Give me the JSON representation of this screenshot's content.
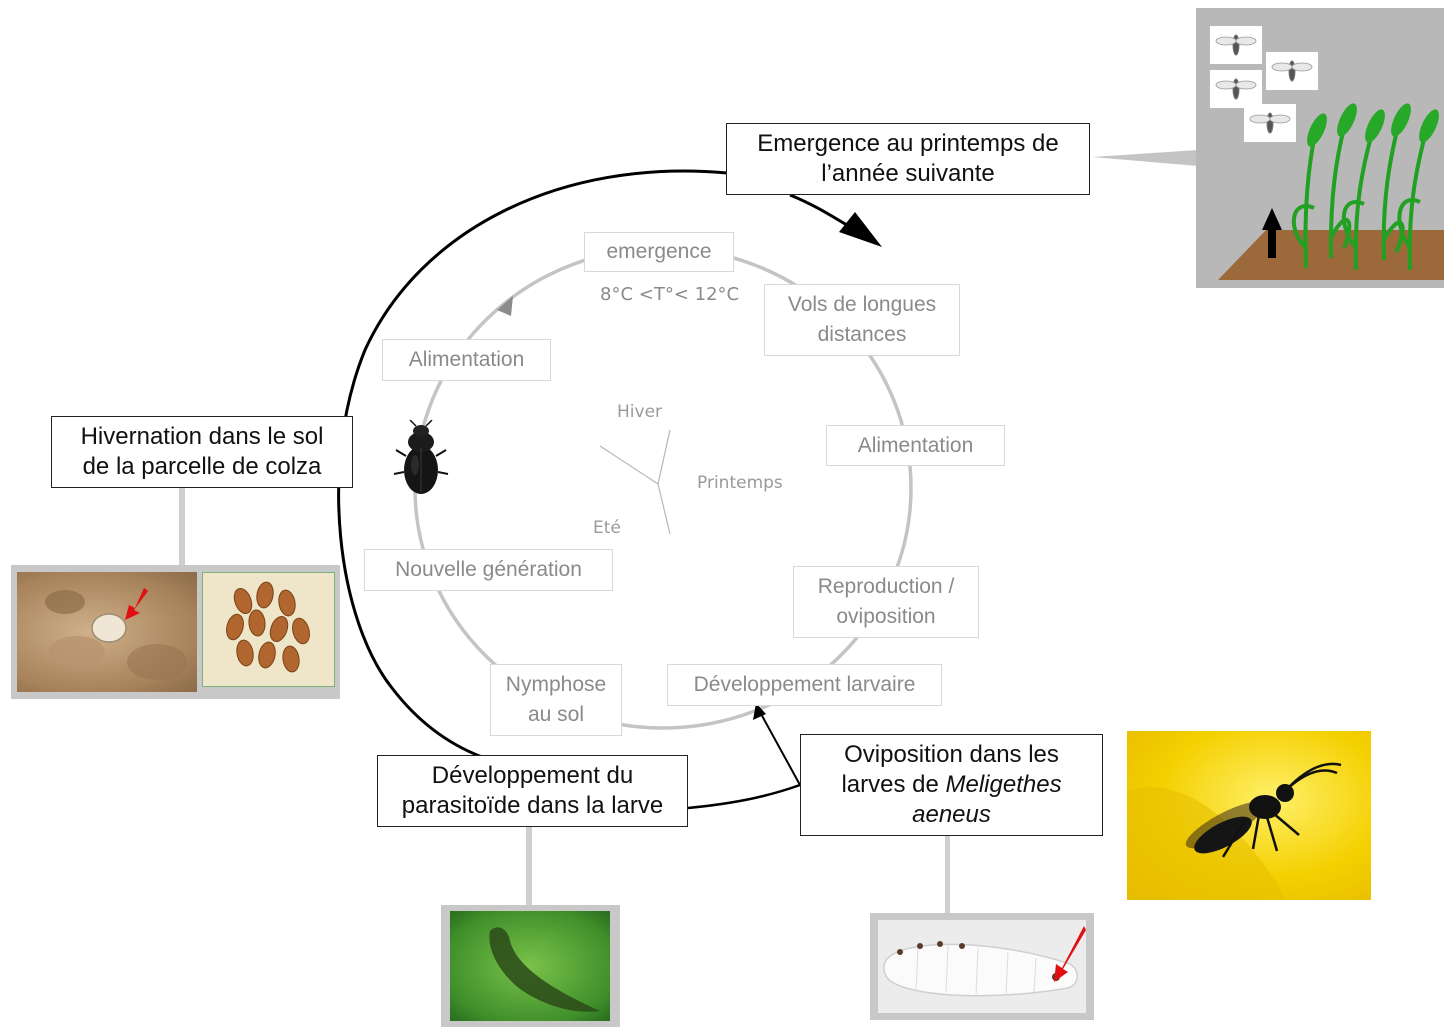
{
  "outer": {
    "emergence": "Emergence au printemps de\nl’année suivante",
    "hivernation": "Hivernation dans le sol\nde la parcelle de colza",
    "developpement": "Développement du\nparasitoïde dans la larve",
    "oviposition_line1": "Oviposition dans les",
    "oviposition_line2_prefix": "larves de ",
    "oviposition_species": "Meligethes",
    "oviposition_species2": "aeneus"
  },
  "inner": {
    "emergence": "emergence",
    "temperature": "8°C <T°< 12°C",
    "vols": "Vols de longues\ndistances",
    "alimentation_right": "Alimentation",
    "reproduction": "Reproduction /\noviposition",
    "developpement_larvaire": "Développement larvaire",
    "nymphose": "Nymphose\nau sol",
    "nouvelle_generation": "Nouvelle génération",
    "alimentation_left": "Alimentation"
  },
  "seasons": {
    "hiver": "Hiver",
    "printemps": "Printemps",
    "ete": "Eté"
  },
  "colors": {
    "outer_ring": "#000000",
    "inner_ring": "#c0c0c0",
    "grass": "#22a022",
    "soil": "#9c6a3a",
    "panel": "#b8b8b8",
    "red_arrow": "#e01010",
    "flower": "#f4d000"
  }
}
